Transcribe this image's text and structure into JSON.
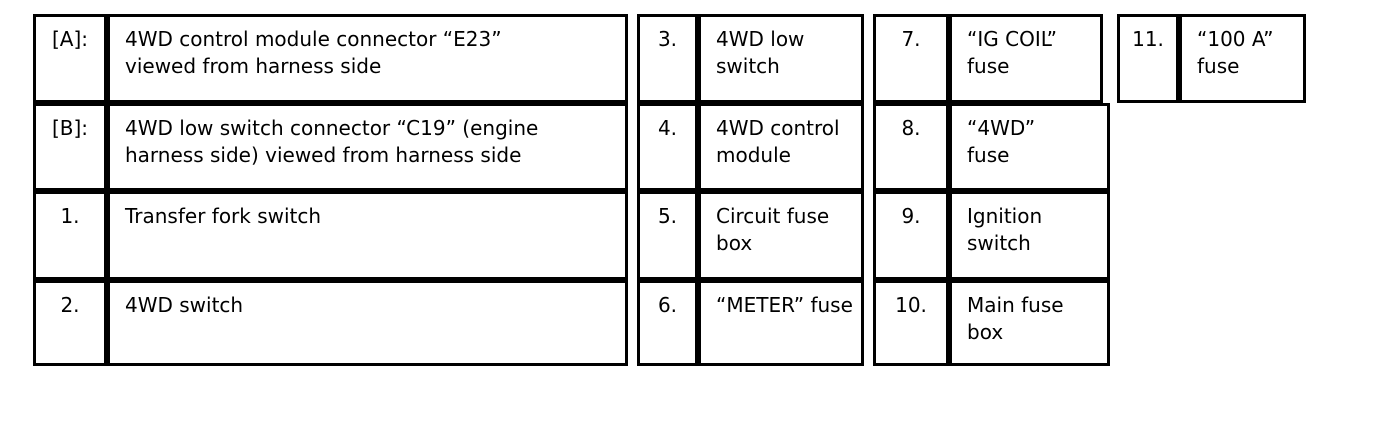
{
  "legend": {
    "rows": [
      {
        "groups": [
          {
            "key": "[A]:",
            "value": "4WD control module connector “E23”\nviewed from harness side"
          },
          {
            "key": "3.",
            "value": "4WD low\nswitch"
          },
          {
            "key": "7.",
            "value": "“IG COIL”\nfuse"
          },
          {
            "key": "11.",
            "value": "“100 A”\nfuse"
          }
        ]
      },
      {
        "groups": [
          {
            "key": "[B]:",
            "value": "4WD low switch connector “C19” (engine\nharness side) viewed from harness side"
          },
          {
            "key": "4.",
            "value": "4WD control\nmodule"
          },
          {
            "key": "8.",
            "value": "“4WD”\nfuse"
          }
        ]
      },
      {
        "groups": [
          {
            "key": "1.",
            "value": "Transfer fork switch"
          },
          {
            "key": "5.",
            "value": "Circuit fuse\nbox"
          },
          {
            "key": "9.",
            "value": "Ignition\nswitch"
          }
        ]
      },
      {
        "groups": [
          {
            "key": "2.",
            "value": "4WD switch"
          },
          {
            "key": "6.",
            "value": "“METER” fuse"
          },
          {
            "key": "10.",
            "value": "Main fuse\nbox"
          }
        ]
      }
    ]
  }
}
